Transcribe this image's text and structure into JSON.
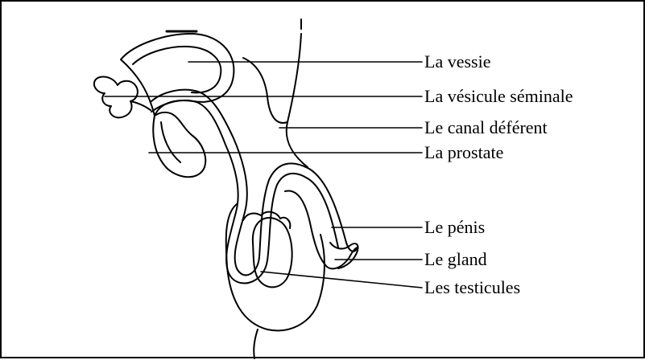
{
  "diagram": {
    "line_color": "#000000",
    "background": "#ffffff",
    "labels": [
      {
        "id": "bladder",
        "text": "La vessie"
      },
      {
        "id": "seminal-vesicle",
        "text": "La vésicule séminale"
      },
      {
        "id": "vas-deferens",
        "text": "Le canal déférent"
      },
      {
        "id": "prostate",
        "text": "La prostate"
      },
      {
        "id": "penis",
        "text": "Le pénis"
      },
      {
        "id": "glans",
        "text": "Le gland"
      },
      {
        "id": "testicles",
        "text": "Les testicules"
      }
    ]
  }
}
